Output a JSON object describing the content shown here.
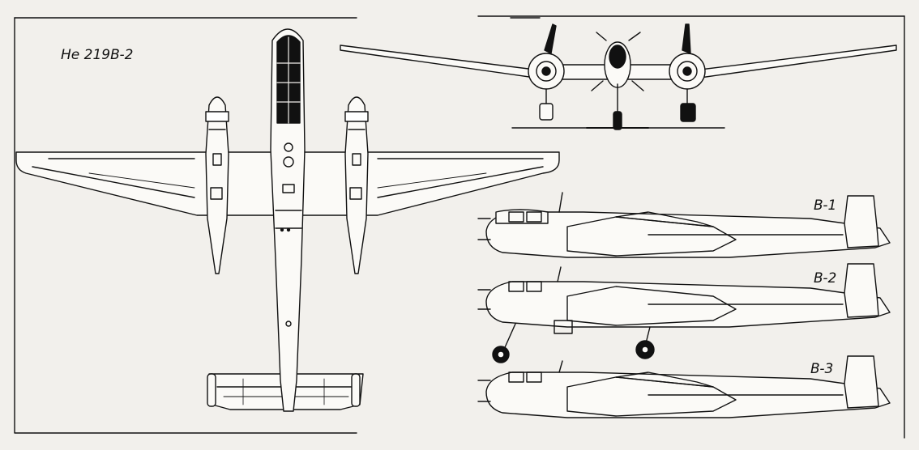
{
  "labels": {
    "main_title": "He 219B-2",
    "side_1": "B-1",
    "side_2": "B-2",
    "side_3": "B-3"
  }
}
